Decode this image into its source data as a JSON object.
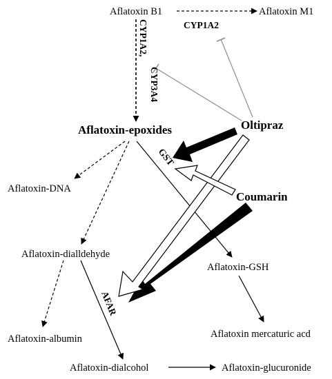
{
  "nodes": {
    "aflatoxin_b1": "Aflatoxin B1",
    "aflatoxin_m1": "Aflatoxin M1",
    "aflatoxin_epoxides": "Aflatoxin-epoxides",
    "oltipraz": "Oltipraz",
    "coumarin": "Coumarin",
    "aflatoxin_dna": "Aflatoxin-DNA",
    "aflatoxin_dialdehyde": "Aflatoxin-dialldehyde",
    "aflatoxin_gsh": "Aflatoxin-GSH",
    "aflatoxin_albumin": "Aflatoxin-albumin",
    "aflatoxin_mercaturic": "Aflatoxin mercaturic acd",
    "aflatoxin_dialcohol": "Aflatoxin-dialcohol",
    "aflatoxin_glucuronide": "Aflatoxin-glucuronide"
  },
  "enzymes": {
    "cyp1a2_top": "CYP1A2",
    "cyp_vertical_1": "CYP1A2,",
    "cyp_vertical_2": "CYP3A4",
    "gst": "GST",
    "afar": "AFAR"
  },
  "colors": {
    "ink": "#000000",
    "inhibit": "#8c8c8c",
    "background": "#ffffff"
  }
}
